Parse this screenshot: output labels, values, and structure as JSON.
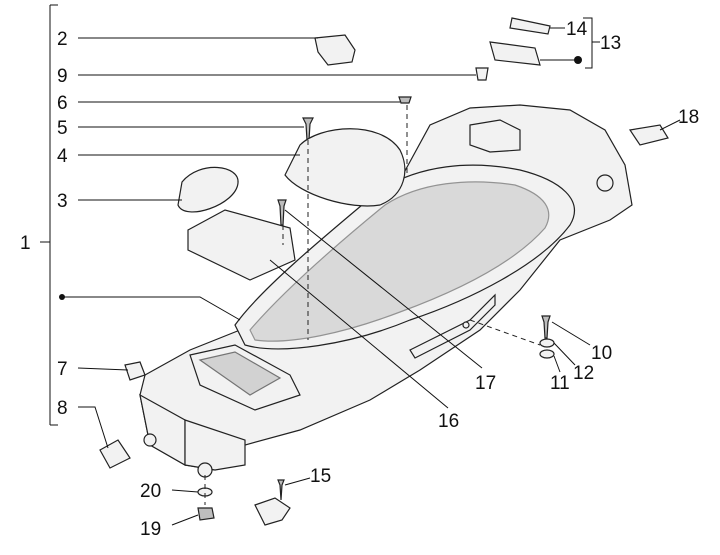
{
  "diagram": {
    "labels": {
      "p1": "1",
      "p2": "2",
      "p3": "3",
      "p4": "4",
      "p5": "5",
      "p6": "6",
      "p7": "7",
      "p8": "8",
      "p9": "9",
      "p10": "10",
      "p11": "11",
      "p12": "12",
      "p13": "13",
      "p14": "14",
      "p15": "15",
      "p16": "16",
      "p17": "17",
      "p18": "18",
      "p19": "19",
      "p20": "20"
    }
  }
}
